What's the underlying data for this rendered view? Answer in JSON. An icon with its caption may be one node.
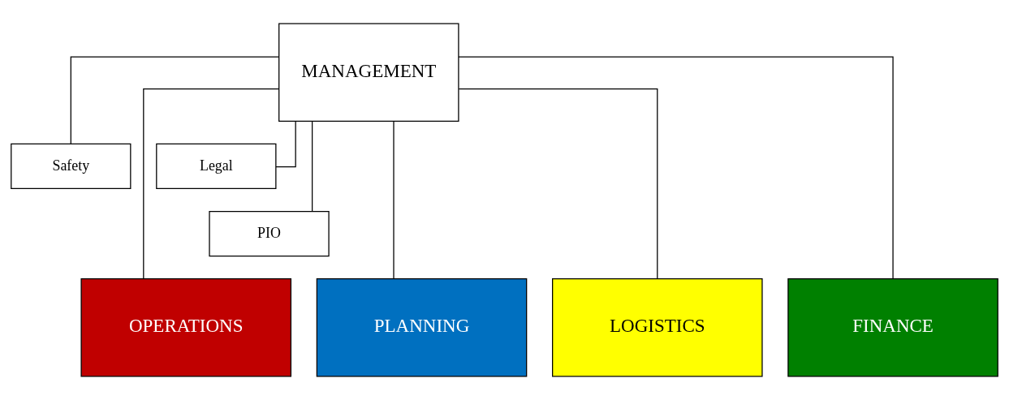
{
  "diagram": {
    "nodes": [
      {
        "text": [
          "MANAGEMENT"
        ]
      },
      {
        "text": [
          "Safety"
        ]
      },
      {
        "text": [
          "Legal"
        ]
      },
      {
        "text": [
          "PIO"
        ]
      },
      {
        "text": [
          "OPERATIONS"
        ]
      },
      {
        "text": [
          "PLANNING"
        ]
      },
      {
        "text": [
          "LOGISTICS"
        ]
      },
      {
        "text": [
          "FINANCE"
        ]
      }
    ],
    "edges": [
      {
        "from": 0,
        "to": 1,
        "arrow": "none"
      },
      {
        "from": 0,
        "to": 2,
        "arrow": "none"
      },
      {
        "from": 0,
        "to": 3,
        "arrow": "none"
      },
      {
        "from": 0,
        "to": 4,
        "arrow": "none"
      },
      {
        "from": 0,
        "to": 5,
        "arrow": "none"
      },
      {
        "from": 0,
        "to": 6,
        "arrow": "none"
      },
      {
        "from": 0,
        "to": 7,
        "arrow": "none"
      }
    ]
  }
}
